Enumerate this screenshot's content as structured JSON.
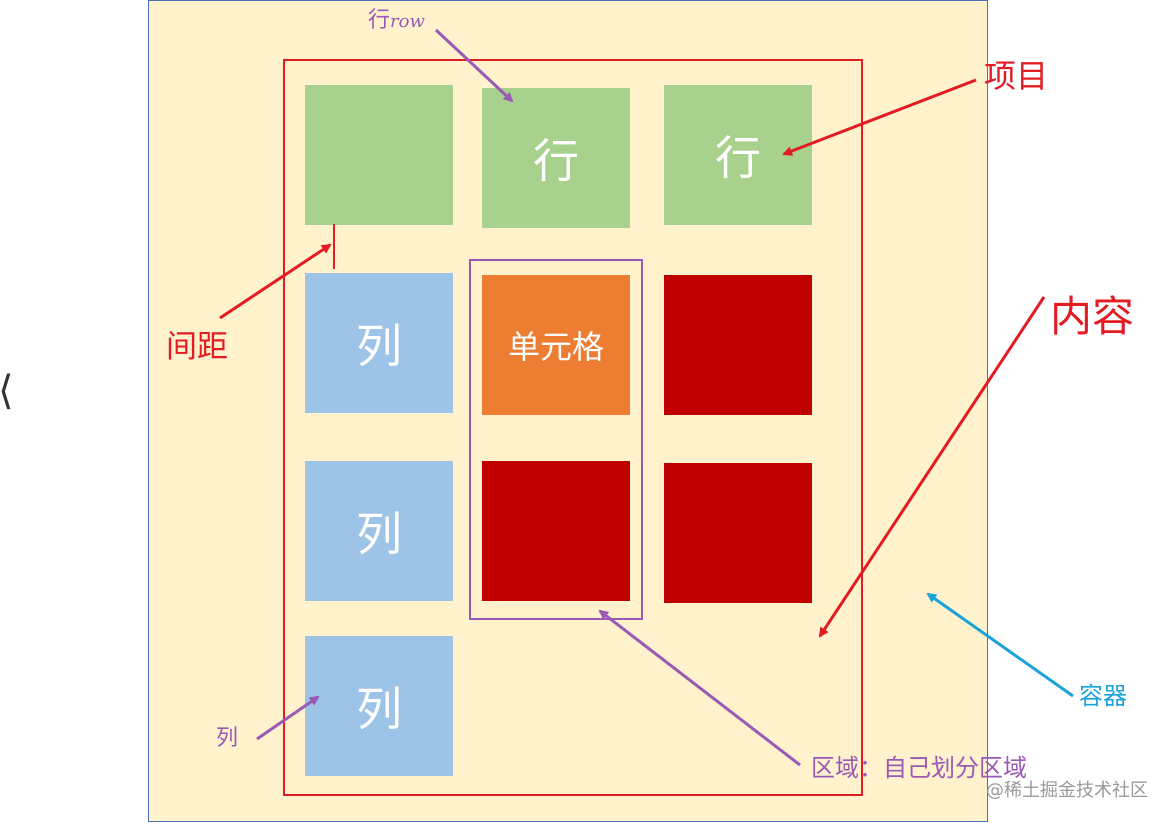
{
  "labels": {
    "row_label": "行",
    "row_label_en": "row",
    "item_label": "项目",
    "content_label": "内容",
    "gap_label": "间距",
    "column_label": "列",
    "container_label": "容器",
    "area_label": "区域：自己划分区域",
    "watermark": "@稀土掘金技术社区"
  },
  "cells": {
    "r1c2": "行",
    "r1c3": "行",
    "r2c1": "列",
    "r2c2": "单元格",
    "r3c1": "列",
    "r4c1": "列"
  },
  "colors": {
    "container_bg": "#fff2cc",
    "container_border": "#4a6fb5",
    "content_border": "#e31c23",
    "area_border": "#9b59b6",
    "row_cell": "#a9d18e",
    "column_cell": "#9dc3e6",
    "focus_cell": "#ed7d31",
    "other_cell": "#c00000",
    "container_label": "#1aa3d9"
  }
}
